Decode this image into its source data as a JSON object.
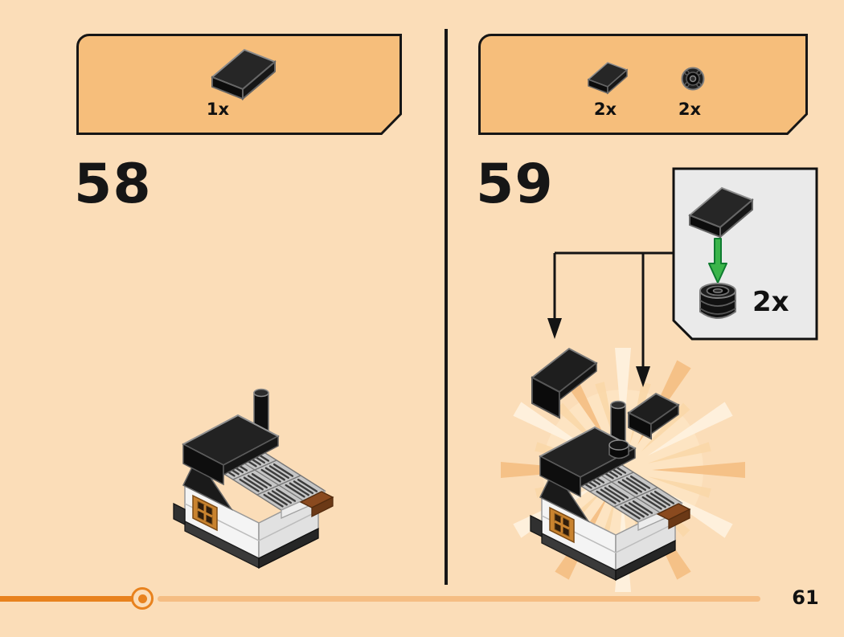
{
  "page": {
    "background_color": "#FBDDB8"
  },
  "colors": {
    "accent_orange": "#E8821E",
    "progress_track_light": "#F5BD83",
    "parts_box_fill": "#F6BE7B",
    "callout_fill": "#EAEAEA",
    "arrow_green": "#3BB54A",
    "outline_black": "#161616"
  },
  "steps": [
    {
      "number": "58",
      "parts_box": {
        "parts": [
          {
            "icon": "slope-piece-icon",
            "count": "1x"
          }
        ]
      },
      "model": "house-model"
    },
    {
      "number": "59",
      "parts_box": {
        "parts": [
          {
            "icon": "slope-piece-icon",
            "count": "2x"
          },
          {
            "icon": "round-piece-icon",
            "count": "2x"
          }
        ]
      },
      "callout": {
        "count": "2x",
        "icons": [
          "slope-piece-icon",
          "green-arrow-icon",
          "round-piece-icon"
        ]
      },
      "model": "house-model-with-parts-being-placed"
    }
  ],
  "footer": {
    "page_number": "61"
  }
}
